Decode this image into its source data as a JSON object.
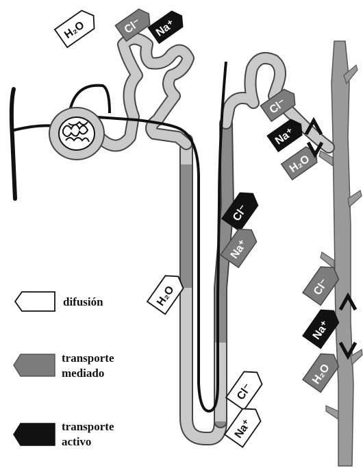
{
  "colors": {
    "tubule_fill": "#c9c9c9",
    "tubule_fill_dark": "#8a8a8a",
    "tubule_outline": "#444444",
    "vessel": "#111111",
    "duct_fill": "#9a9a9a",
    "diffusion_fill": "#ffffff",
    "mediated_fill": "#7c7c7c",
    "active_fill": "#111111"
  },
  "icons": {
    "glomerulus": "glomerulus-icon",
    "arrow_up": "arrow-up-icon",
    "arrow_down": "arrow-down-icon"
  },
  "legend": {
    "diffusion": "difusión",
    "mediated_line1": "transporte",
    "mediated_line2": "mediado",
    "active_line1": "transporte",
    "active_line2": "activo"
  },
  "labels": {
    "water": "H₂O",
    "chloride": "Cl⁻",
    "sodium": "Na⁺"
  }
}
